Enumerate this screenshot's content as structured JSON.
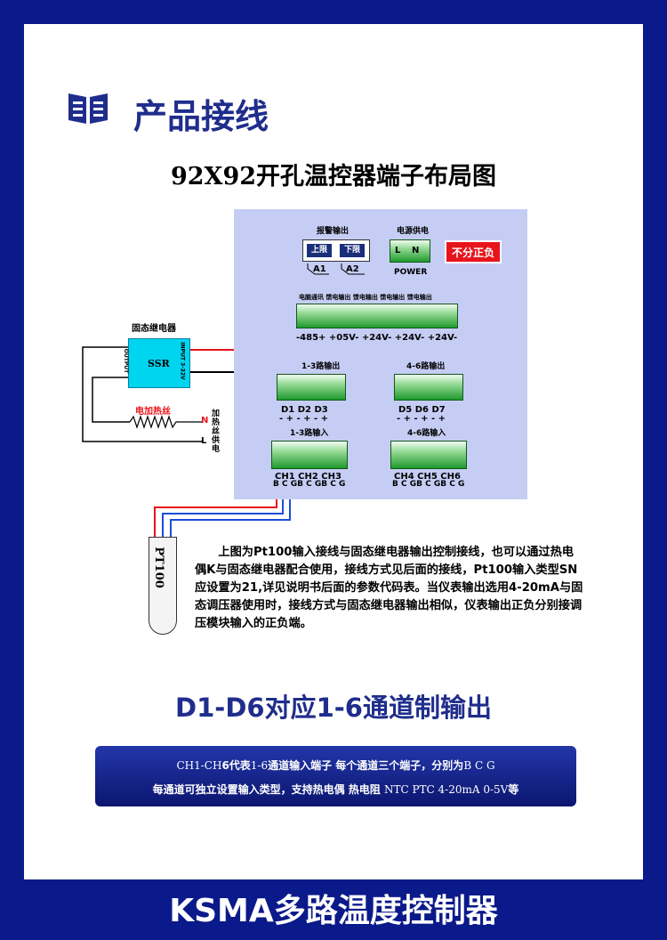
{
  "section_title": "产品接线",
  "subtitle": "92X92开孔温控器端子布局图",
  "panel": {
    "alarm_output": "报警输出",
    "upper_limit": "上限",
    "lower_limit": "下限",
    "a1": "A1",
    "a2": "A2",
    "power_supply": "电源供电",
    "l": "L",
    "n": "N",
    "power": "POWER",
    "polarity_badge": "不分正负",
    "comm_labels": "电脑通讯 馈电输出 馈电输出 馈电输出 馈电输出",
    "comm_signs": "-485+ +05V- +24V- +24V- +24V-",
    "output_1_3": "1-3路输出",
    "output_4_6": "4-6路输出",
    "d_left": "D1   D2   D3",
    "d_right": "D5   D6   D7",
    "pm_left": "- + - + - +",
    "pm_right": "- + - + - +",
    "input_1_3": "1-3路输入",
    "input_4_6": "4-6路输入",
    "ch_left": "CH1 CH2 CH3",
    "ch_right": "CH4 CH5 CH6",
    "bcg_left": "B C GB C GB C G",
    "bcg_right": "B C GB C GB C G"
  },
  "ssr": {
    "label": "固态继电器",
    "name": "SSR",
    "output": "OUTPUT",
    "input": "INPUT 3-32V"
  },
  "heater": {
    "label": "电加热丝",
    "n": "N",
    "l": "L",
    "supply": "加热丝供电"
  },
  "sensor": "PT100",
  "paragraph": "上图为Pt100输入接线与固态继电器输出控制接线，也可以通过热电偶K与固态继电器配合使用，接线方式见后面的接线，Pt100输入类型SN应设置为21,详见说明书后面的参数代码表。当仪表输出选用4-20mA与固态调压器使用时，接线方式与固态继电器输出相似，仪表输出正负分别接调压模块输入的正负端。",
  "d_title": "D1-D6对应1-6通道制输出",
  "blue_box": {
    "line1_a": "CH1-CH",
    "line1_b": "6代表",
    "line1_c": "1-6",
    "line1_d": "通道输入端子 每个通道三个端子，分别为",
    "line1_e": "B C G",
    "line2_a": "每通道可独立设置输入类型，支持热电偶 热电阻 ",
    "line2_b": "NTC PTC 4-20mA 0-5V",
    "line2_c": "等"
  },
  "footer": "KSMA多路温度控制器",
  "colors": {
    "frame": "#0b1a8a",
    "title_blue": "#1f2d8c",
    "panel": "#c6cdf4",
    "terminal_green": "#1f9a2e",
    "badge_red": "#e8141b",
    "ssr_cyan": "#00d5f0"
  }
}
